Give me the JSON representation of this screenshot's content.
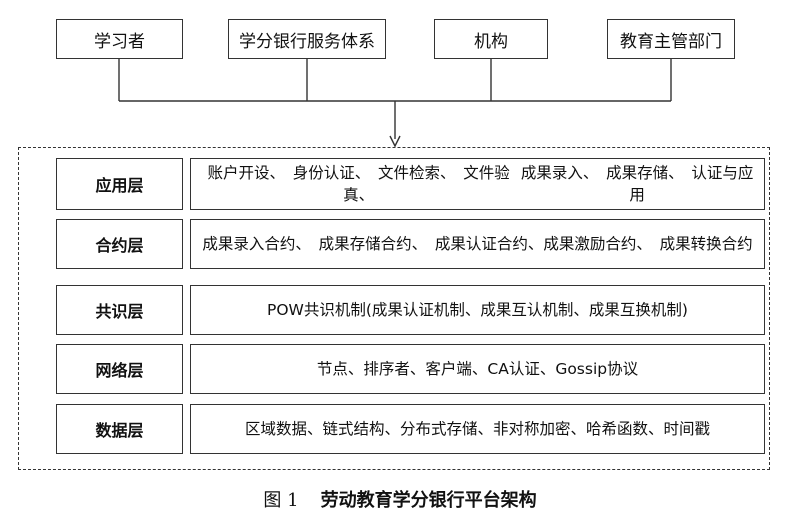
{
  "top_boxes": [
    "学习者",
    "学分银行服务体系",
    "机构",
    "教育主管部门"
  ],
  "layers": [
    {
      "name": "应用层",
      "lines": [
        "账户开设、　身份认证、　文件检索、　文件验真、",
        "成果录入、　成果存储、　认证与应用"
      ]
    },
    {
      "name": "合约层",
      "lines": [
        "成果录入合约、　成果存储合约、　成果认证合约、",
        "成果激励合约、　成果转换合约"
      ]
    },
    {
      "name": "共识层",
      "lines": [
        "POW共识机制(成果认证机制、成果互认机制、成果互换机制)"
      ]
    },
    {
      "name": "网络层",
      "lines": [
        "节点、排序者、客户端、CA认证、Gossip协议"
      ]
    },
    {
      "name": "数据层",
      "lines": [
        "区域数据、链式结构、分布式存储、非对称加密、哈希函数、时间戳"
      ]
    }
  ],
  "caption": {
    "number": "图 1",
    "title": "劳动教育学分银行平台架构"
  }
}
